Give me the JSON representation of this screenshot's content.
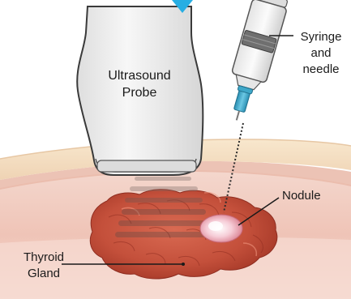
{
  "labels": {
    "probe_line1": "Ultrasound",
    "probe_line2": "Probe",
    "syringe_line1": "Syringe",
    "syringe_line2": "and",
    "syringe_line3": "needle",
    "nodule": "Nodule",
    "thyroid_line1": "Thyroid",
    "thyroid_line2": "Gland"
  },
  "colors": {
    "skin_top": "#f6e2c4",
    "skin_under": "#e9c9a9",
    "tissue": "#f3cfc3",
    "tissue_deep": "#e9b1a3",
    "gland": "#c8553f",
    "gland_dark": "#9e3628",
    "nodule": "#f3c3cf",
    "probe": "#f1f1f1",
    "needle_hub": "#3ea7c8",
    "arrow": "#27aee3"
  }
}
